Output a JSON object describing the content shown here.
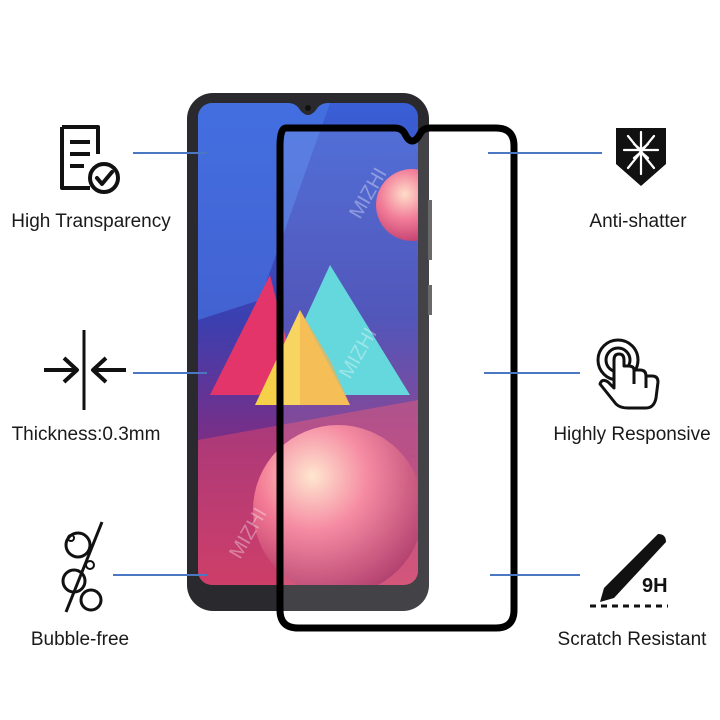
{
  "features": {
    "left": [
      {
        "label": "High Transparency",
        "icon": "document-check-icon"
      },
      {
        "label": "Thickness:0.3mm",
        "icon": "thickness-arrows-icon"
      },
      {
        "label": "Bubble-free",
        "icon": "bubble-free-icon"
      }
    ],
    "right": [
      {
        "label": "Anti-shatter",
        "icon": "shield-crack-icon"
      },
      {
        "label": "Highly Responsive",
        "icon": "touch-hand-icon"
      },
      {
        "label": "Scratch Resistant",
        "icon": "pen-scratch-icon",
        "badge": "9H"
      }
    ]
  },
  "watermark": "MIZHI",
  "colors": {
    "line": "#4a78c2",
    "frame": "#000000",
    "phone_body": "#2a2a2e"
  }
}
